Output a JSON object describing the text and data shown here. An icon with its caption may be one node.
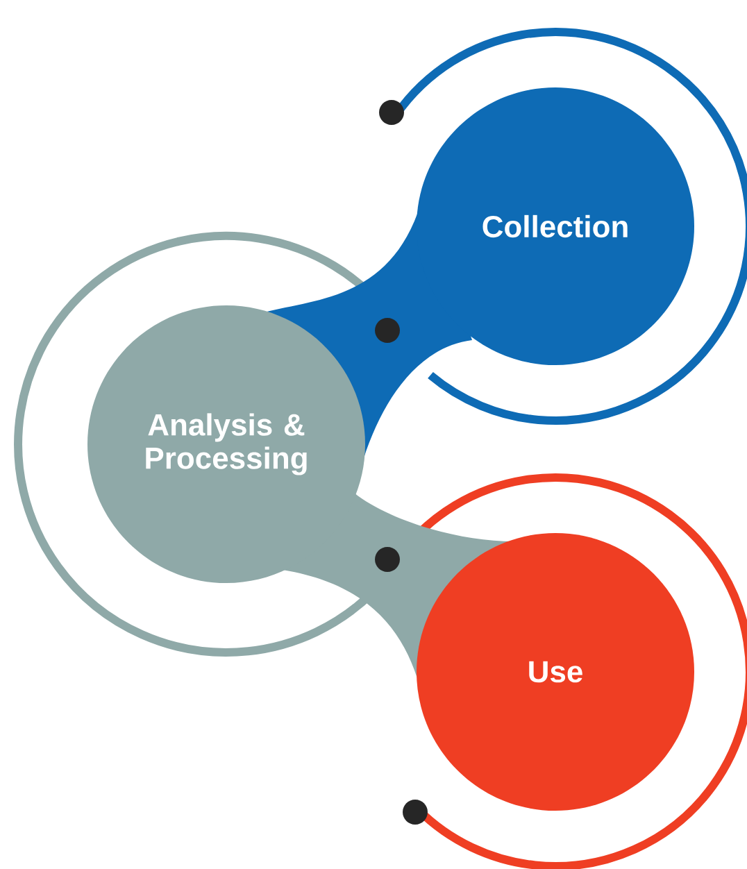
{
  "diagram": {
    "nodes": [
      {
        "text": [
          "Collection"
        ]
      },
      {
        "text": [
          "Analysis & Processing"
        ]
      },
      {
        "text": [
          "Use"
        ]
      }
    ]
  }
}
